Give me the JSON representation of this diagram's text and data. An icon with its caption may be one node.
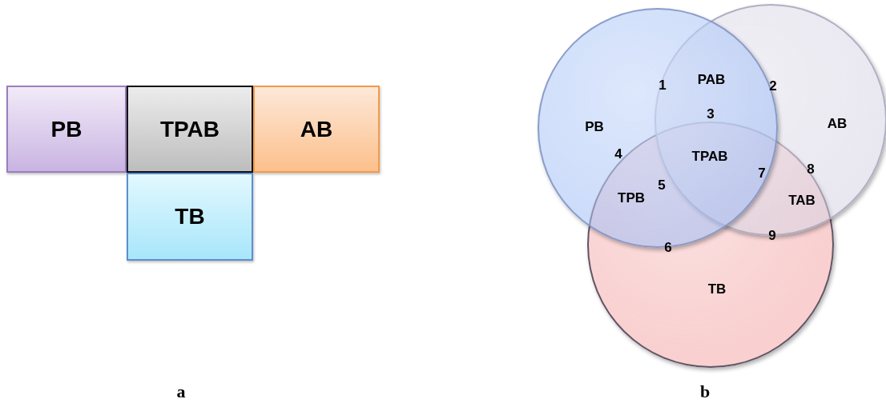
{
  "diagram": {
    "nodes": [
      {
        "text": [
          "PB"
        ]
      },
      {
        "text": [
          "TPAB"
        ]
      },
      {
        "text": [
          "AB"
        ]
      },
      {
        "text": [
          "TB"
        ]
      },
      {
        "text": [
          "PB"
        ]
      },
      {
        "text": [
          "AB"
        ]
      },
      {
        "text": [
          "TB"
        ]
      }
    ],
    "labels": [
      "1",
      "PAB",
      "2",
      "3",
      "4",
      "TPAB",
      "7",
      "8",
      "5",
      "TPB",
      "TAB",
      "9",
      "6",
      "a",
      "b"
    ]
  }
}
